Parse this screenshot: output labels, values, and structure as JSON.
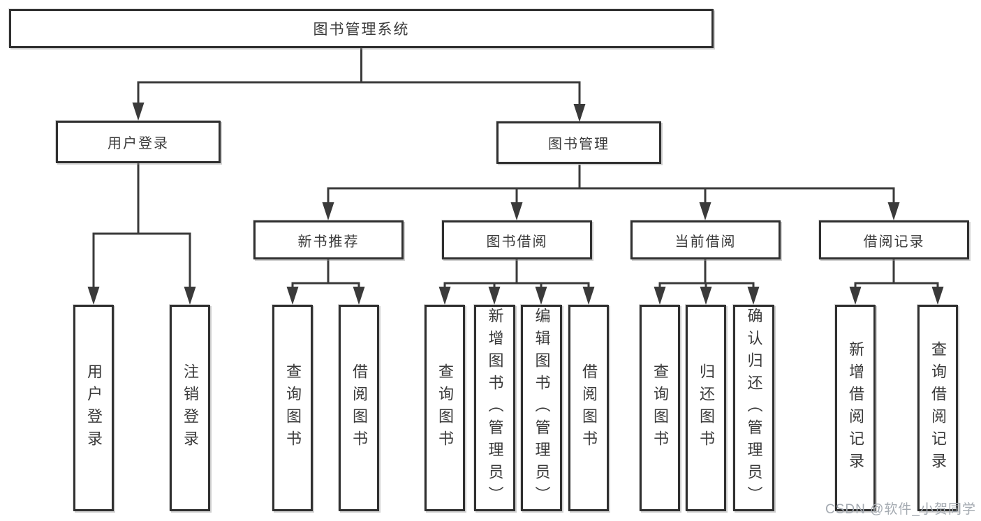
{
  "diagram": {
    "root": {
      "label": "图书管理系统"
    },
    "level2": [
      {
        "label": "用户登录"
      },
      {
        "label": "图书管理"
      }
    ],
    "level3": [
      {
        "label": "新书推荐"
      },
      {
        "label": "图书借阅"
      },
      {
        "label": "当前借阅"
      },
      {
        "label": "借阅记录"
      }
    ],
    "leaves": {
      "user_login": [
        {
          "label": "用户登录"
        },
        {
          "label": "注销登录"
        }
      ],
      "new_book_recommend": [
        {
          "label": "查询图书"
        },
        {
          "label": "借阅图书"
        }
      ],
      "book_borrow": [
        {
          "label": "查询图书"
        },
        {
          "label": "新增图书（管理员）"
        },
        {
          "label": "编辑图书（管理员）"
        },
        {
          "label": "借阅图书"
        }
      ],
      "current_borrow": [
        {
          "label": "查询图书"
        },
        {
          "label": "归还图书"
        },
        {
          "label": "确认归还（管理员）"
        }
      ],
      "borrow_records": [
        {
          "label": "新增借阅记录"
        },
        {
          "label": "查询借阅记录"
        }
      ]
    }
  },
  "colors": {
    "background": "#ffffff",
    "box_border": "#303030",
    "connector_line": "#3a3a3a",
    "text": "#3a3a3a",
    "watermark": "#a4aab1"
  },
  "watermark": {
    "text": "CSDN @软件_小贺同学"
  }
}
